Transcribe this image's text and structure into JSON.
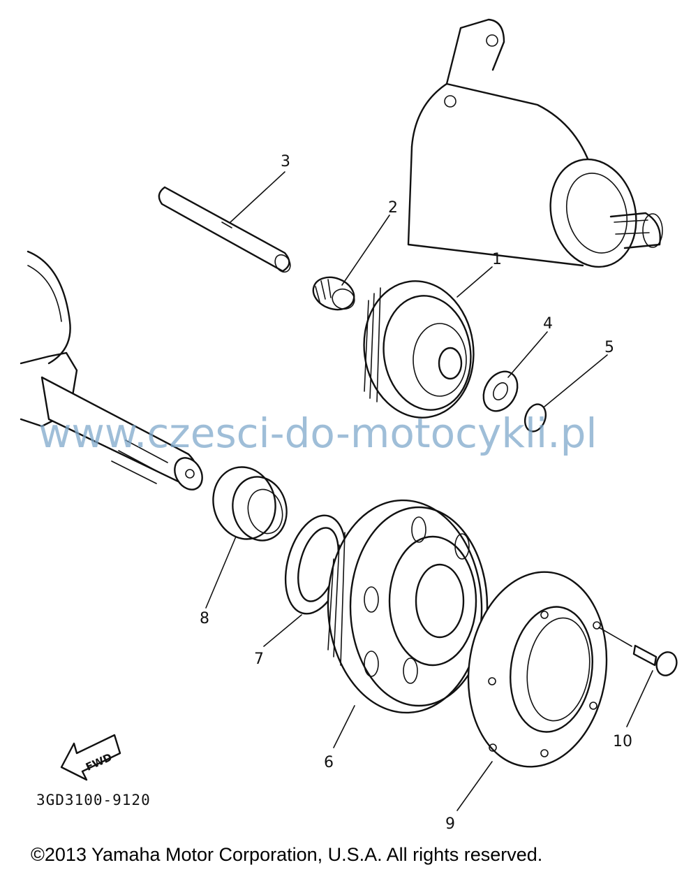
{
  "diagram": {
    "part_labels": [
      "1",
      "2",
      "3",
      "4",
      "5",
      "6",
      "7",
      "8",
      "9",
      "10"
    ],
    "fwd_label": "FWD",
    "drawing_code": "3GD3100-9120"
  },
  "watermark": "www.czesci-do-motocykli.pl",
  "copyright": "©2013 Yamaha Motor Corporation, U.S.A. All rights reserved.",
  "icons": {
    "fwd_arrow": "fwd-arrow-icon"
  }
}
